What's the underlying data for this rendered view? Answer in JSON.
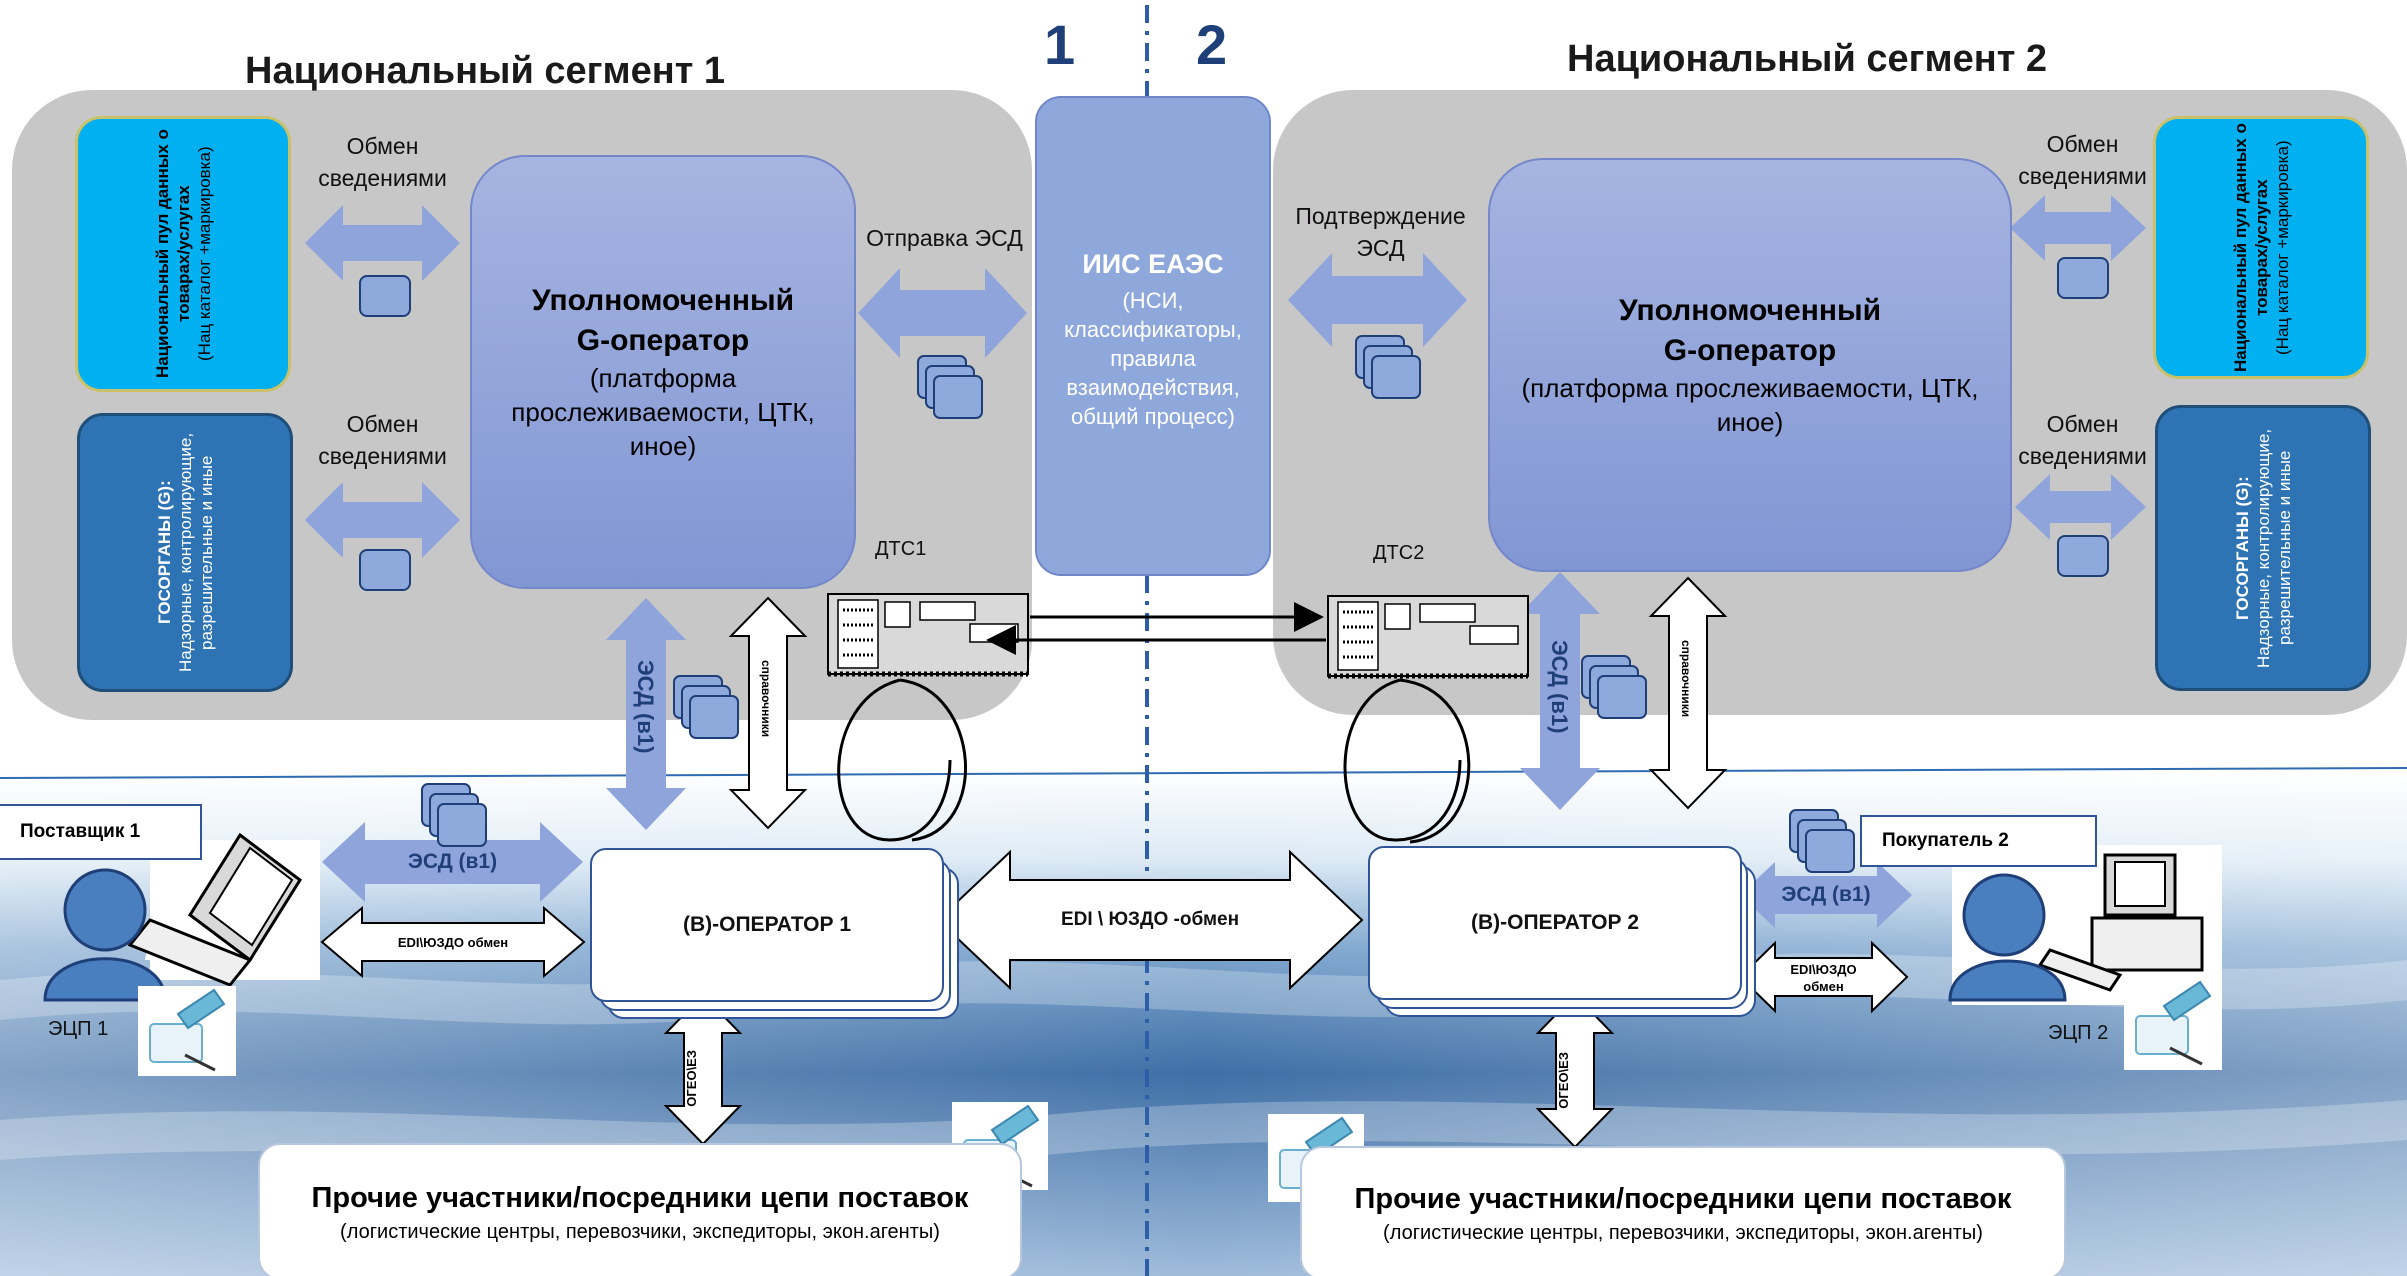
{
  "segment1": {
    "title": "Национальный сегмент 1",
    "pool_title": "Национальный пул данных о товарах/услугах",
    "pool_sub": "(Нац каталог +маркировка)",
    "gos_title": "ГОСОРГАНЫ (G):",
    "gos_sub": "Надзорные, контролирующие, разрешительные и иные",
    "exchange_label_top": "Обмен сведениями",
    "exchange_label_bottom": "Обмен сведениями",
    "operator_title1": "Уполномоченный",
    "operator_title2": "G-оператор",
    "operator_sub": "(платформа прослеживаемости, ЦТК, иное)",
    "send_label": "Отправка ЭСД",
    "dts_label": "ДТС1",
    "esd_vertical": "ЭСД (в1)",
    "ref_vertical": "справочники",
    "supplier": "Поставщик 1",
    "esd_arrow": "ЭСД (в1)",
    "edi_arrow": "EDI\\ЮЗДО обмен",
    "b_operator": "(В)-ОПЕРАТОР 1",
    "ecp": "ЭЦП 1",
    "ogeo": "ОГЕО\\ЕЗ",
    "other_title": "Прочие участники/посредники цепи поставок",
    "other_sub": "(логистические центры, перевозчики, экспедиторы, экон.агенты)"
  },
  "segment2": {
    "title": "Национальный сегмент 2",
    "pool_title": "Национальный пул данных о товарах/услугах",
    "pool_sub": "(Нац каталог +маркировка)",
    "gos_title": "ГОСОРГАНЫ (G):",
    "gos_sub": "Надзорные, контролирующие, разрешительные и иные",
    "exchange_label_top": "Обмен сведениями",
    "exchange_label_bottom": "Обмен сведениями",
    "operator_title1": "Уполномоченный",
    "operator_title2": "G-оператор",
    "operator_sub": "(платформа прослеживаемости, ЦТК, иное)",
    "confirm_label": "Подтверждение ЭСД",
    "dts_label": "ДТС2",
    "esd_vertical": "ЭСД (в1)",
    "ref_vertical": "справочники",
    "buyer": "Покупатель 2",
    "esd_arrow": "ЭСД (в1)",
    "edi_arrow": "EDI\\ЮЗДО обмен",
    "b_operator": "(В)-ОПЕРАТОР 2",
    "ecp": "ЭЦП 2",
    "ogeo": "ОГЕО\\ЕЗ",
    "other_title": "Прочие участники/посредники цепи поставок",
    "other_sub": "(логистические центры, перевозчики, экспедиторы, экон.агенты)"
  },
  "center": {
    "num1": "1",
    "num2": "2",
    "iis_title": "ИИС ЕАЭС",
    "iis_sub": "(НСИ, классификаторы, правила взаимодействия, общий процесс)",
    "edi_exchange": "EDI \\ ЮЗДО -обмен"
  },
  "colors": {
    "segment_bg": "#c8c7c8",
    "pool": "#00b0f0",
    "gos": "#2e74b5",
    "operator": "#8fa2db",
    "arrow": "#8fa4da"
  }
}
